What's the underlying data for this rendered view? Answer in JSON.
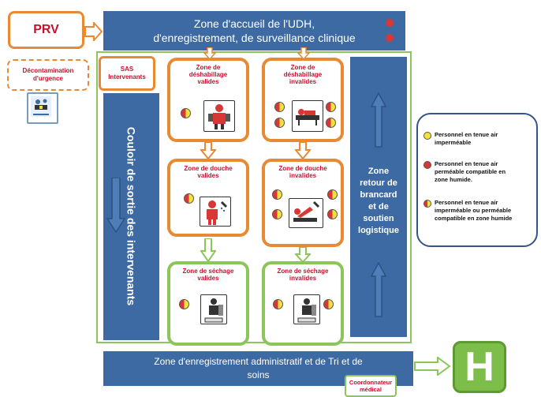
{
  "prv": "PRV",
  "decontamination": "Décontamination\nd'urgence",
  "top_zone": "Zone d'accueil de l'UDH,\nd'enregistrement, de surveillance clinique",
  "sas": "SAS\nIntervenants",
  "left_corridor": "Couloir de sortie des intervenants",
  "right_zone": "Zone\nretour de\nbrancard\net de\nsoutien\nlogistique",
  "zones": {
    "undress_valid": "Zone de\ndéshabillage\nvalides",
    "undress_invalid": "Zone de\ndéshabillage\ninvalides",
    "shower_valid": "Zone de douche\nvalides",
    "shower_invalid": "Zone de douche\ninvalides",
    "dry_valid": "Zone de séchage\nvalides",
    "dry_invalid": "Zone de séchage\ninvalides"
  },
  "bottom_zone": "Zone d'enregistrement administratif et de Tri et de\nsoins",
  "coordinator": "Coordonnateur\nmédical",
  "hospital_letter": "H",
  "legend": [
    {
      "color": "yellow",
      "text": "Personnel en tenue air\nimperméable"
    },
    {
      "color": "red",
      "text": "Personnel en tenue air\nperméable compatible en\nzone humide."
    },
    {
      "color": "half",
      "text": "Personnel en tenue air\nimperméable ou perméable\ncompatible en zone humide"
    }
  ],
  "colors": {
    "blue": "#3d6aa3",
    "orange": "#e88a34",
    "green": "#8cc65a",
    "red_title": "#c8102e"
  }
}
